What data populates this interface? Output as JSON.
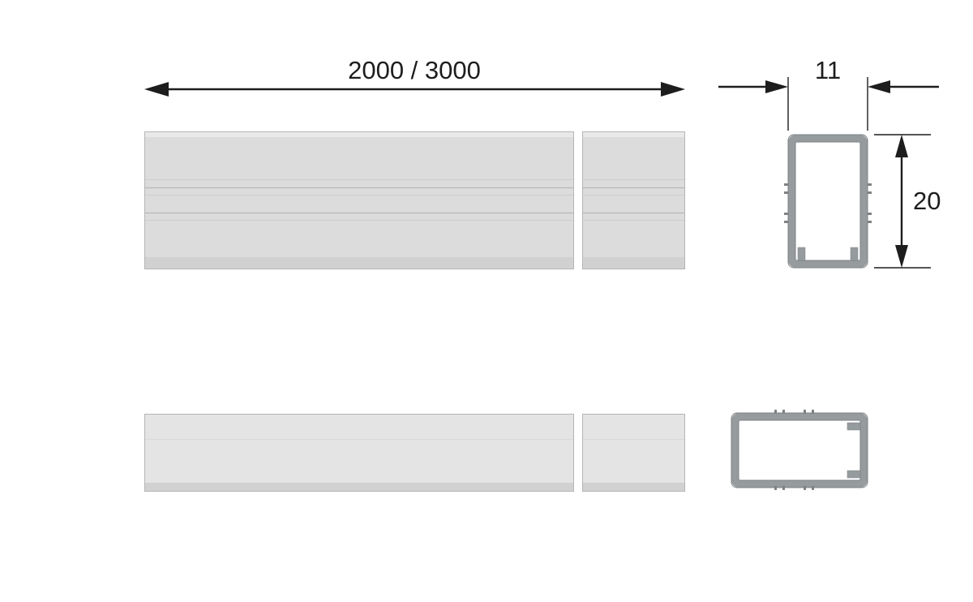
{
  "dimensions": {
    "length": "2000 / 3000",
    "width": "11",
    "height": "20"
  },
  "colors": {
    "background": "#ffffff",
    "dimension": "#1d1d1d",
    "profile_fill": "#dcdcdc",
    "profile_fill_light": "#e4e4e4",
    "profile_edge": "#b5b5b5",
    "section_wall": "#969b9d",
    "section_outline": "#7d8284"
  }
}
